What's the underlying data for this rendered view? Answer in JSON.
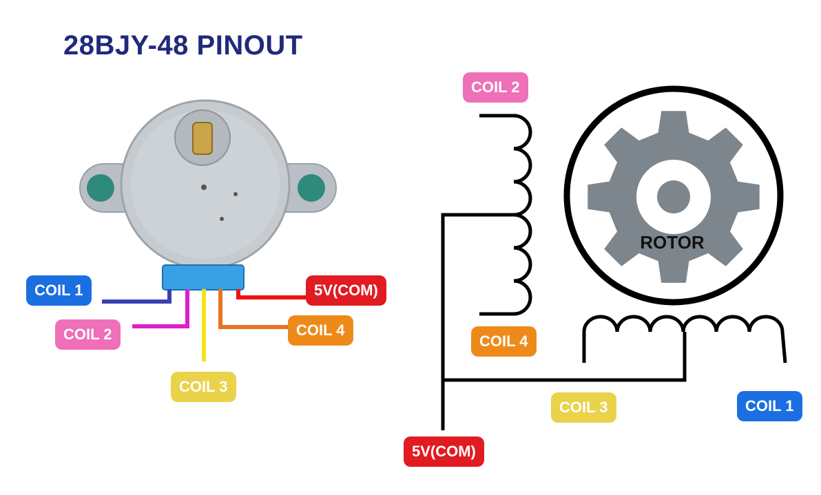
{
  "title": "28BJY-48 PINOUT",
  "colors": {
    "title": "#1f2a7a",
    "coil1": "#1b6fe0",
    "coil2": "#ef6fb8",
    "coil3": "#ead24a",
    "coil4": "#ee8a1a",
    "com": "#e11b22",
    "wire_coil1": "#3b3fb0",
    "wire_coil2": "#e020c8",
    "wire_coil3": "#f5e414",
    "wire_coil4": "#e87420",
    "wire_com": "#ee1111",
    "gear": "#7d868c",
    "motor_body": "#c6cbd0",
    "connector": "#3aa0e6"
  },
  "left_labels": {
    "coil1": "COIL 1",
    "coil2": "COIL 2",
    "coil3": "COIL 3",
    "coil4": "COIL 4",
    "com": "5V(COM)"
  },
  "right_labels": {
    "coil2": "COIL 2",
    "coil4": "COIL 4",
    "coil3": "COIL 3",
    "coil1": "COIL 1",
    "com": "5V(COM)",
    "rotor": "ROTOR"
  }
}
